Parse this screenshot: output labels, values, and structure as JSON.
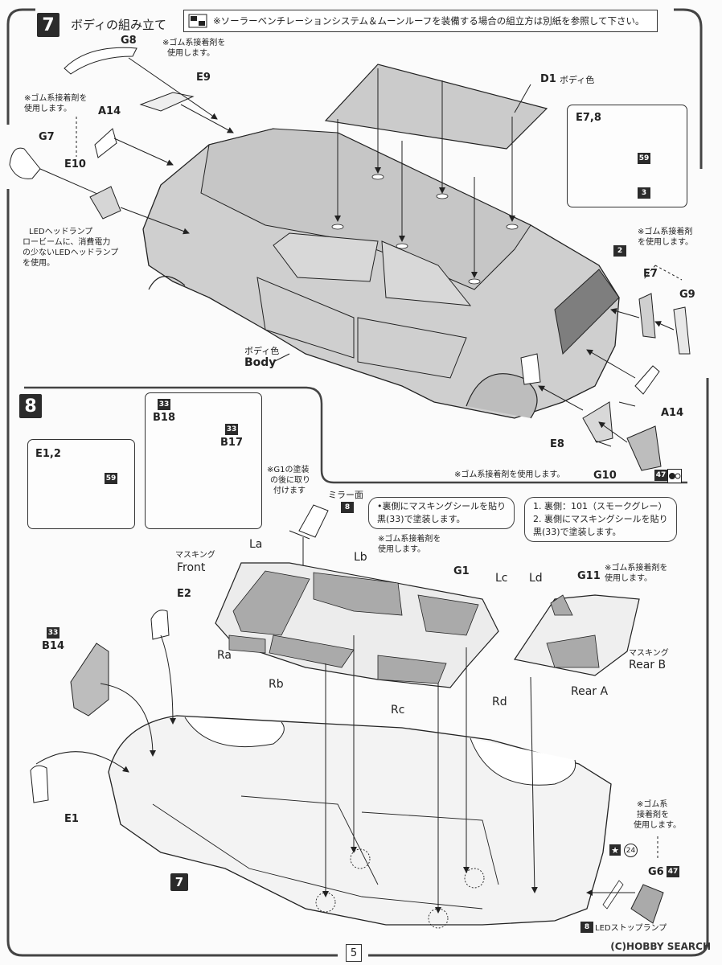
{
  "step7": {
    "number": "7",
    "title": "ボディの組み立て",
    "header_note": "※ソーラーベンチレーションシステム＆ムーンルーフを装備する場合の組立方は別紙を参照して下さい。",
    "labels": {
      "g8": "G8",
      "g8_note_1": "※ゴム系接着剤を",
      "g8_note_2": "使用します。",
      "e9": "E9",
      "g7_note_1": "※ゴム系接着剤を",
      "g7_note_2": "使用します。",
      "a14": "A14",
      "g7": "G7",
      "e10": "E10",
      "led_1": "LEDヘッドランプ",
      "led_2": "ロービームに、消費電力",
      "led_3": "の少ないLEDヘッドランプ",
      "led_4": "を使用。",
      "d1": "D1",
      "d1_color": "ボディ色",
      "e78": "E7,8",
      "badge_59": "59",
      "badge_3": "3",
      "right_note_1": "※ゴム系接着剤",
      "right_note_2": "を使用します。",
      "badge_2": "2",
      "e7": "E7",
      "g9": "G9",
      "body_jp": "ボディ色",
      "body_en": "Body",
      "a14_b": "A14",
      "e8": "E8",
      "bottom_note": "※ゴム系接着剤を使用します。",
      "g10": "G10",
      "badge_47": "47"
    }
  },
  "step8": {
    "number": "8",
    "labels": {
      "e12": "E1,2",
      "badge_59": "59",
      "badge_33a": "33",
      "b18": "B18",
      "badge_33b": "33",
      "b17": "B17",
      "g1_after_1": "※G1の塗装",
      "g1_after_2": "の後に取り",
      "g1_after_3": "付けます",
      "mirror": "ミラー面",
      "badge_8a": "8",
      "callout1_1": "•裏側にマスキングシールを貼り",
      "callout1_2": "黒(33)で塗装します。",
      "callout2_1": "1. 裏側：101（スモークグレー）",
      "callout2_2": "2. 裏側にマスキングシールを貼り",
      "callout2_3": "黒(33)で塗装します。",
      "rubber_1": "※ゴム系接着剤を",
      "rubber_2": "使用します。",
      "rubber2_1": "※ゴム系接着剤を",
      "rubber2_2": "使用します。",
      "la": "La",
      "lb": "Lb",
      "lc": "Lc",
      "ld": "Ld",
      "g1": "G1",
      "g11": "G11",
      "masking_front_jp": "マスキング",
      "masking_front_en": "Front",
      "e2": "E2",
      "badge_33c": "33",
      "b14": "B14",
      "ra": "Ra",
      "rb": "Rb",
      "rc": "Rc",
      "rd": "Rd",
      "rear_a": "Rear A",
      "masking_rear_jp": "マスキング",
      "rear_b": "Rear B",
      "e1": "E1",
      "step7_ref": "7",
      "rubber3_1": "※ゴム系",
      "rubber3_2": "接着剤を",
      "rubber3_3": "使用します。",
      "star": "★",
      "circle24": "24",
      "g6": "G6",
      "badge_47": "47",
      "badge_8b": "8",
      "led_stop": "LEDストップランプ"
    }
  },
  "footer": {
    "page_number": "5",
    "watermark": "(C)HOBBY SEARCH"
  }
}
